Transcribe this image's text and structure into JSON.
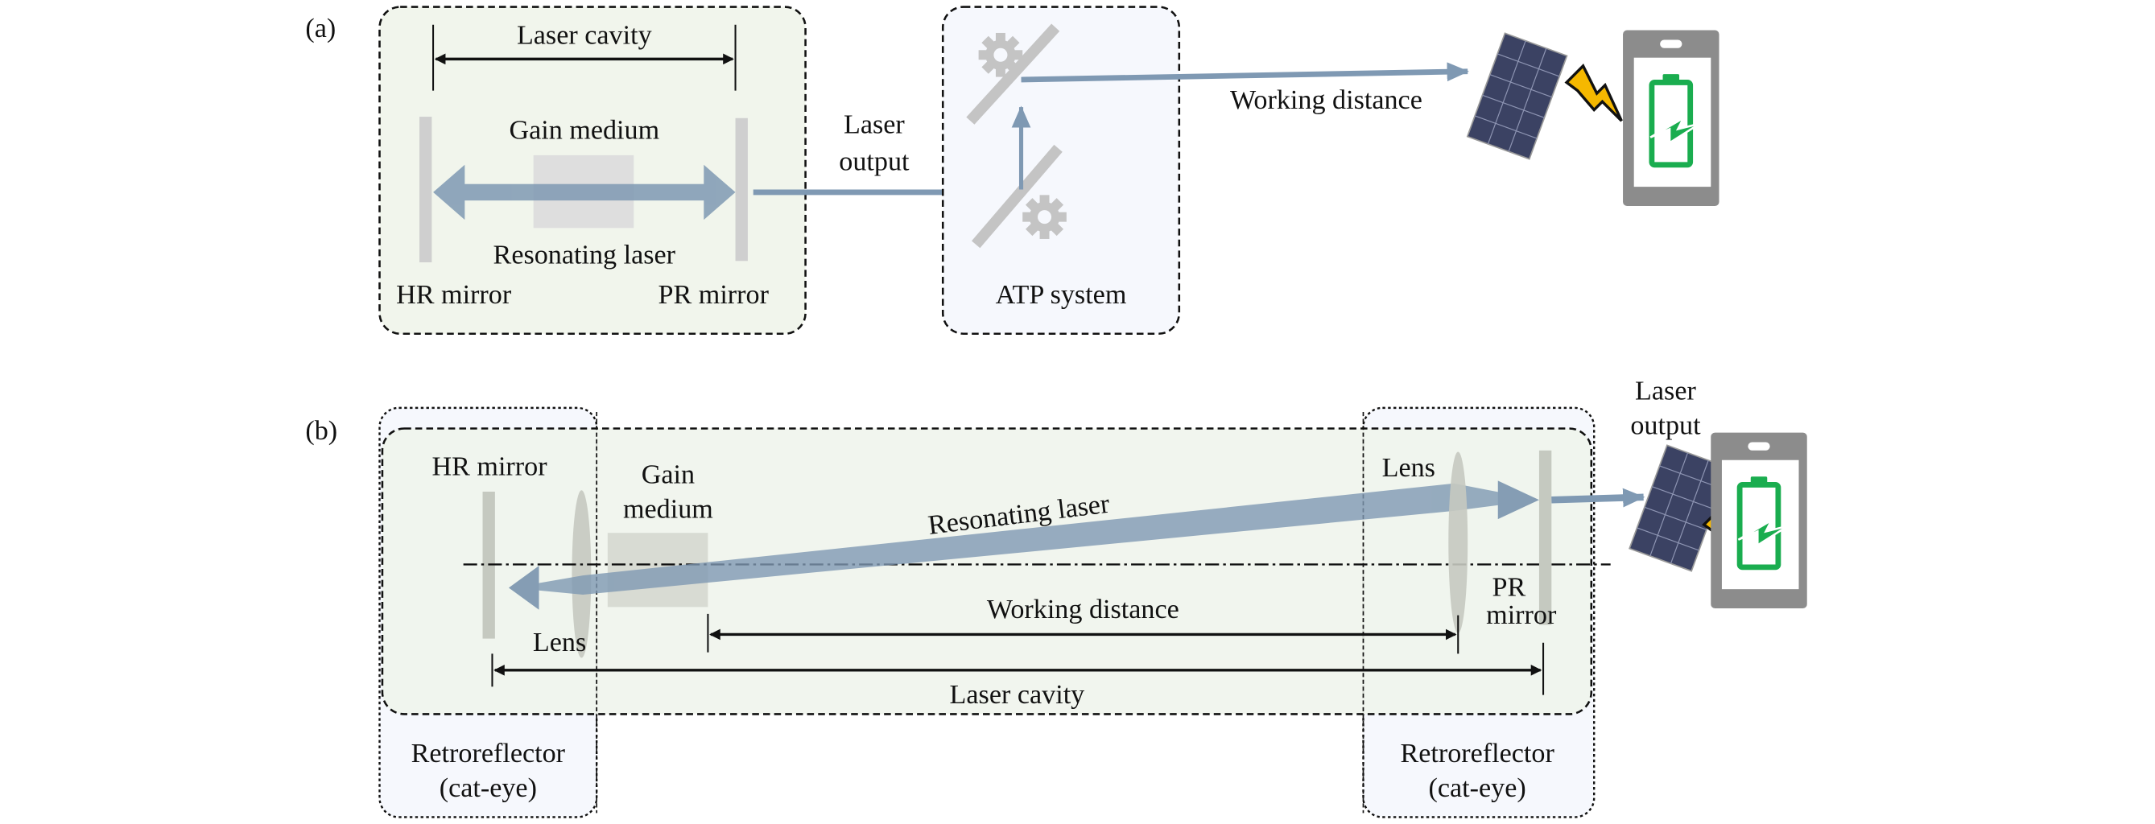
{
  "panel_a": {
    "label": "(a)",
    "laser_cavity": "Laser cavity",
    "gain_medium": "Gain medium",
    "resonating_laser": "Resonating laser",
    "hr_mirror": "HR mirror",
    "pr_mirror": "PR mirror",
    "laser_output_line1": "Laser",
    "laser_output_line2": "output",
    "atp_system": "ATP system",
    "working_distance": "Working distance"
  },
  "panel_b": {
    "label": "(b)",
    "hr_mirror": "HR mirror",
    "gain_line1": "Gain",
    "gain_line2": "medium",
    "resonating_laser": "Resonating laser",
    "lens_right": "Lens",
    "lens_left": "Lens",
    "pr_line1": "PR",
    "pr_line2": "mirror",
    "working_distance": "Working distance",
    "laser_cavity": "Laser cavity",
    "retro_left_line1": "Retroreflector",
    "retro_left_line2": "(cat-eye)",
    "retro_right_line1": "Retroreflector",
    "retro_right_line2": "(cat-eye)",
    "laser_output_line1": "Laser",
    "laser_output_line2": "output"
  },
  "colors": {
    "beam": "#7f99b3",
    "cavity_fill": "#f1f5ec",
    "atp_fill": "#f6f8fd",
    "battery": "#1aad4f",
    "lightning": "#f5b800",
    "phone": "#8c8c8c",
    "solar_panel": "#3b4263"
  },
  "icons": [
    "gear-icon",
    "solar-panel-icon",
    "lightning-icon",
    "phone-icon",
    "battery-charging-icon"
  ]
}
